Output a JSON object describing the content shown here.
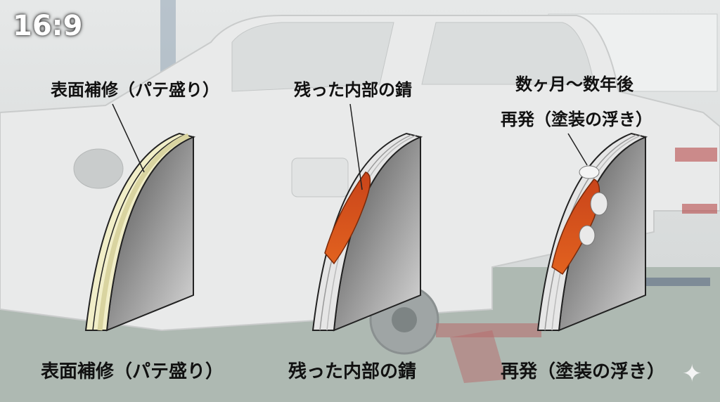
{
  "aspect_ratio": "16:9",
  "labels": {
    "top": [
      "表面補修（パテ盛り）",
      "残った内部の錆",
      "数ヶ月〜数年後",
      "再発（塗装の浮き）"
    ],
    "bottom": [
      "表面補修（パテ盛り）",
      "残った内部の錆",
      "再発（塗装の浮き）"
    ]
  },
  "colors": {
    "putty": "#f1eec8",
    "rust": "#d9531c",
    "panel_face_dark": "#4a4a4a"
  },
  "icons": [
    "sparkle-icon"
  ]
}
